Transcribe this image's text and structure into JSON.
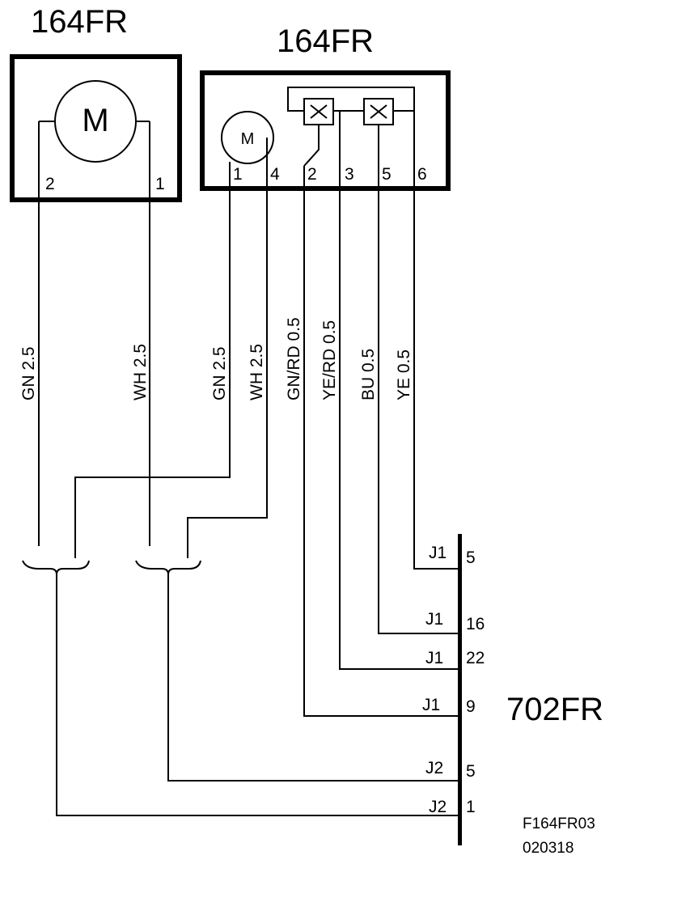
{
  "components": {
    "motor_left": {
      "label": "164FR",
      "symbol": "M",
      "pins": [
        "2",
        "1"
      ]
    },
    "module_right": {
      "label": "164FR",
      "symbol": "M",
      "pins": [
        "1",
        "4",
        "2",
        "3",
        "5",
        "6"
      ]
    },
    "connector": {
      "label": "702FR"
    }
  },
  "wires": [
    {
      "label": "GN  2.5"
    },
    {
      "label": "WH  2.5"
    },
    {
      "label": "GN  2.5"
    },
    {
      "label": "WH  2.5"
    },
    {
      "label": "GN/RD  0.5"
    },
    {
      "label": "YE/RD  0.5"
    },
    {
      "label": "BU  0.5"
    },
    {
      "label": "YE  0.5"
    }
  ],
  "terminals": [
    {
      "connector": "J1",
      "pin": "5"
    },
    {
      "connector": "J1",
      "pin": "16"
    },
    {
      "connector": "J1",
      "pin": "22"
    },
    {
      "connector": "J1",
      "pin": "9"
    },
    {
      "connector": "J2",
      "pin": "5"
    },
    {
      "connector": "J2",
      "pin": "1"
    }
  ],
  "footer": {
    "code": "F164FR03",
    "date": "020318"
  }
}
